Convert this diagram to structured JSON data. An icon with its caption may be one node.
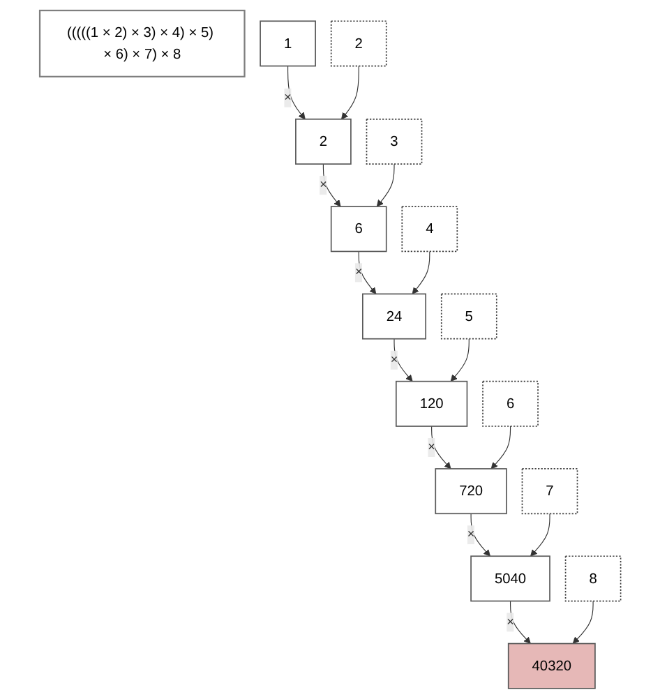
{
  "diagram": {
    "nodes": [
      {
        "text": [
          "(((((1 × 2) × 3) × 4) × 5) × 6) × 7) × 8"
        ]
      },
      {
        "text": [
          "1"
        ]
      },
      {
        "text": [
          "2"
        ]
      },
      {
        "text": [
          "2"
        ]
      },
      {
        "text": [
          "3"
        ]
      },
      {
        "text": [
          "6"
        ]
      },
      {
        "text": [
          "4"
        ]
      },
      {
        "text": [
          "24"
        ]
      },
      {
        "text": [
          "5"
        ]
      },
      {
        "text": [
          "120"
        ]
      },
      {
        "text": [
          "6"
        ]
      },
      {
        "text": [
          "720"
        ]
      },
      {
        "text": [
          "7"
        ]
      },
      {
        "text": [
          "5040"
        ]
      },
      {
        "text": [
          "8"
        ]
      },
      {
        "text": [
          "40320"
        ]
      }
    ],
    "edges": [
      {
        "from": 1,
        "to": 3,
        "arrow": "to",
        "label": "×"
      },
      {
        "from": 2,
        "to": 3,
        "arrow": "to"
      },
      {
        "from": 3,
        "to": 5,
        "arrow": "to",
        "label": "×"
      },
      {
        "from": 4,
        "to": 5,
        "arrow": "to"
      },
      {
        "from": 5,
        "to": 7,
        "arrow": "to",
        "label": "×"
      },
      {
        "from": 6,
        "to": 7,
        "arrow": "to"
      },
      {
        "from": 7,
        "to": 9,
        "arrow": "to",
        "label": "×"
      },
      {
        "from": 8,
        "to": 9,
        "arrow": "to"
      },
      {
        "from": 9,
        "to": 11,
        "arrow": "to",
        "label": "×"
      },
      {
        "from": 10,
        "to": 11,
        "arrow": "to"
      },
      {
        "from": 11,
        "to": 13,
        "arrow": "to",
        "label": "×"
      },
      {
        "from": 12,
        "to": 13,
        "arrow": "to"
      },
      {
        "from": 13,
        "to": 15,
        "arrow": "to",
        "label": "×"
      },
      {
        "from": 14,
        "to": 15,
        "arrow": "to"
      }
    ]
  }
}
